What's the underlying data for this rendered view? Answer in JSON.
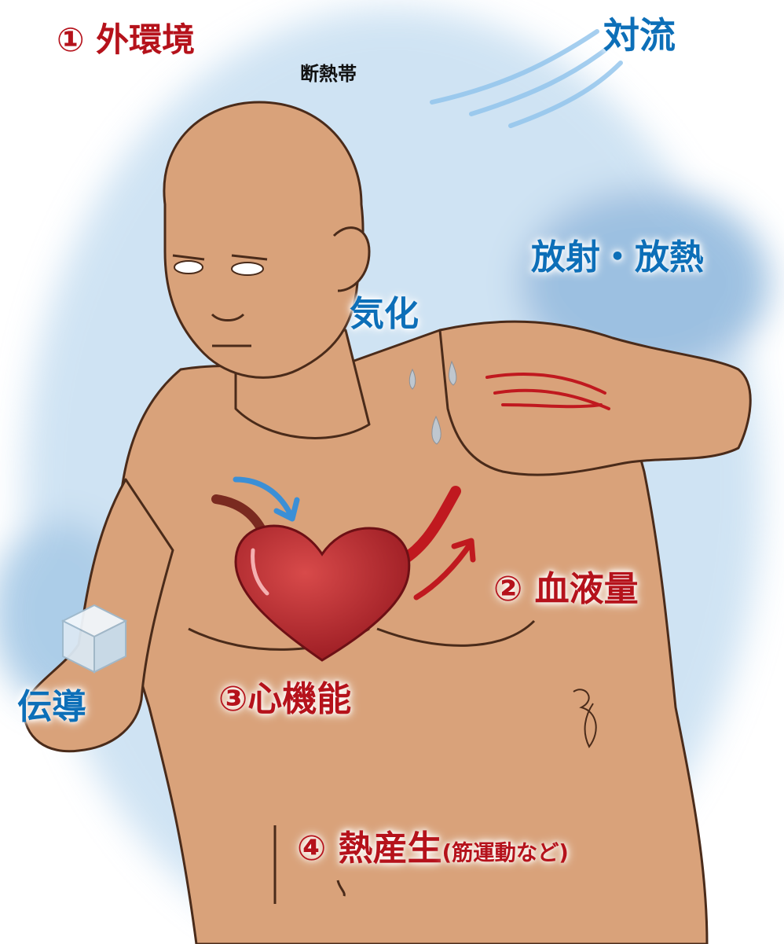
{
  "labels": {
    "external_env": "① 外環境",
    "insulation": "断熱帯",
    "convection": "対流",
    "radiation": "放射・放熱",
    "evaporation": "気化",
    "blood_volume": "② 血液量",
    "cardiac_function": "③心機能",
    "conduction": "伝導",
    "heat_production_main": "④ 熱産生",
    "heat_production_note": "(筋運動など)"
  },
  "colors": {
    "factor_red": "#b5121b",
    "heat_transfer_blue": "#0d6fb8",
    "skin": "#d9a27a",
    "heart": "#b8252a"
  }
}
